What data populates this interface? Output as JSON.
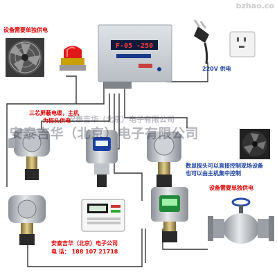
{
  "labels": {
    "fan_power": "设备需要单独供电",
    "plug_power": "220V 供电",
    "cable_line1": "三芯屏蔽电缆，主机",
    "cable_line2": "为探头供电",
    "probe_desc_line1": "数显探头可以直接控制现场设备",
    "probe_desc_line2": "也可以由主机集中控制",
    "valve_power": "设备需要单独供电",
    "company": "安泰吉华（北京）电子公司",
    "phone": "电 话： 188 107 21718"
  },
  "controller": {
    "display": "F-05 -250"
  },
  "watermark": {
    "top_line": "安泰吉华（北京）电子有限公司",
    "main_line": "安泰吉华（北京）电子有限公司",
    "corner": "bzhao.co"
  },
  "colors": {
    "label_red": "#e00000",
    "label_blue": "#1a3fa0",
    "display_bg": "#0b1a3a",
    "display_text": "#ff3b3b",
    "wire": "#333333"
  }
}
